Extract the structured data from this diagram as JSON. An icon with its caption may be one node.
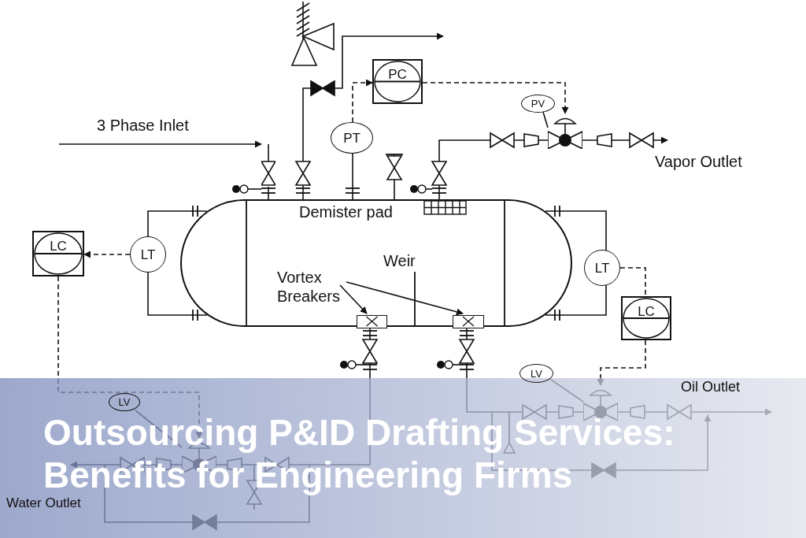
{
  "diagram": {
    "title": "Outsourcing P&ID Drafting Services: Benefits for Engineering Firms",
    "nodes": [
      {
        "text": [],
        "shape": "cylinder"
      },
      {
        "text": [
          "PC"
        ]
      },
      {
        "text": [
          "PT"
        ]
      },
      {
        "text": [
          "PV"
        ]
      },
      {
        "text": [
          "LT"
        ]
      },
      {
        "text": [
          "LC"
        ]
      },
      {
        "text": [
          "LT"
        ]
      },
      {
        "text": [
          "LC"
        ]
      },
      {
        "text": [
          "LV"
        ]
      },
      {
        "text": [
          "LV"
        ]
      },
      {
        "text": [
          "Vortex Breakers"
        ],
        "in": 0
      },
      {
        "text": [],
        "shape": "box",
        "in": 0
      },
      {
        "text": [],
        "shape": "box",
        "in": 0
      },
      {
        "text": [],
        "shape": "valve"
      },
      {
        "text": [],
        "shape": "valve"
      },
      {
        "text": [],
        "shape": "valve"
      },
      {
        "text": [],
        "shape": "valve"
      }
    ],
    "edges": [
      {
        "from": null,
        "to": 16,
        "arrow": "to"
      },
      {
        "from": 0,
        "to": null,
        "arrow": "to"
      },
      {
        "from": 2,
        "to": 0,
        "arrow": "none"
      },
      {
        "from": 2,
        "to": 1,
        "arrow": "to",
        "style": "dashed"
      },
      {
        "from": 1,
        "to": 13,
        "arrow": "to",
        "style": "dashed"
      },
      {
        "from": 3,
        "to": 13,
        "arrow": "none"
      },
      {
        "from": 0,
        "to": 13,
        "arrow": "none"
      },
      {
        "from": 13,
        "to": null,
        "arrow": "to"
      },
      {
        "from": 0,
        "to": 4,
        "arrow": "none"
      },
      {
        "from": 4,
        "to": 0,
        "arrow": "none"
      },
      {
        "from": 4,
        "to": 5,
        "arrow": "to",
        "style": "dashed"
      },
      {
        "from": 5,
        "to": 15,
        "arrow": "to",
        "style": "dashed"
      },
      {
        "from": 0,
        "to": 6,
        "arrow": "none"
      },
      {
        "from": 6,
        "to": 0,
        "arrow": "none"
      },
      {
        "from": 6,
        "to": 7,
        "arrow": "none",
        "style": "dashed"
      },
      {
        "from": 7,
        "to": 14,
        "arrow": "to",
        "style": "dashed"
      },
      {
        "from": 8,
        "to": 14,
        "arrow": "none"
      },
      {
        "from": 9,
        "to": 15,
        "arrow": "none"
      },
      {
        "from": 10,
        "to": 11,
        "arrow": "to"
      },
      {
        "from": 10,
        "to": 12,
        "arrow": "to"
      },
      {
        "from": 11,
        "to": 15,
        "arrow": "none"
      },
      {
        "from": 15,
        "to": null,
        "arrow": "to"
      },
      {
        "from": 12,
        "to": 14,
        "arrow": "none"
      },
      {
        "from": 14,
        "to": null,
        "arrow": "to"
      },
      {
        "from": 16,
        "to": 0,
        "arrow": "none"
      }
    ],
    "labels": [
      "3 Phase Inlet",
      "Demister pad",
      "Weir",
      "Vapor Outlet",
      "Oil Outlet",
      "Water Outlet"
    ]
  }
}
